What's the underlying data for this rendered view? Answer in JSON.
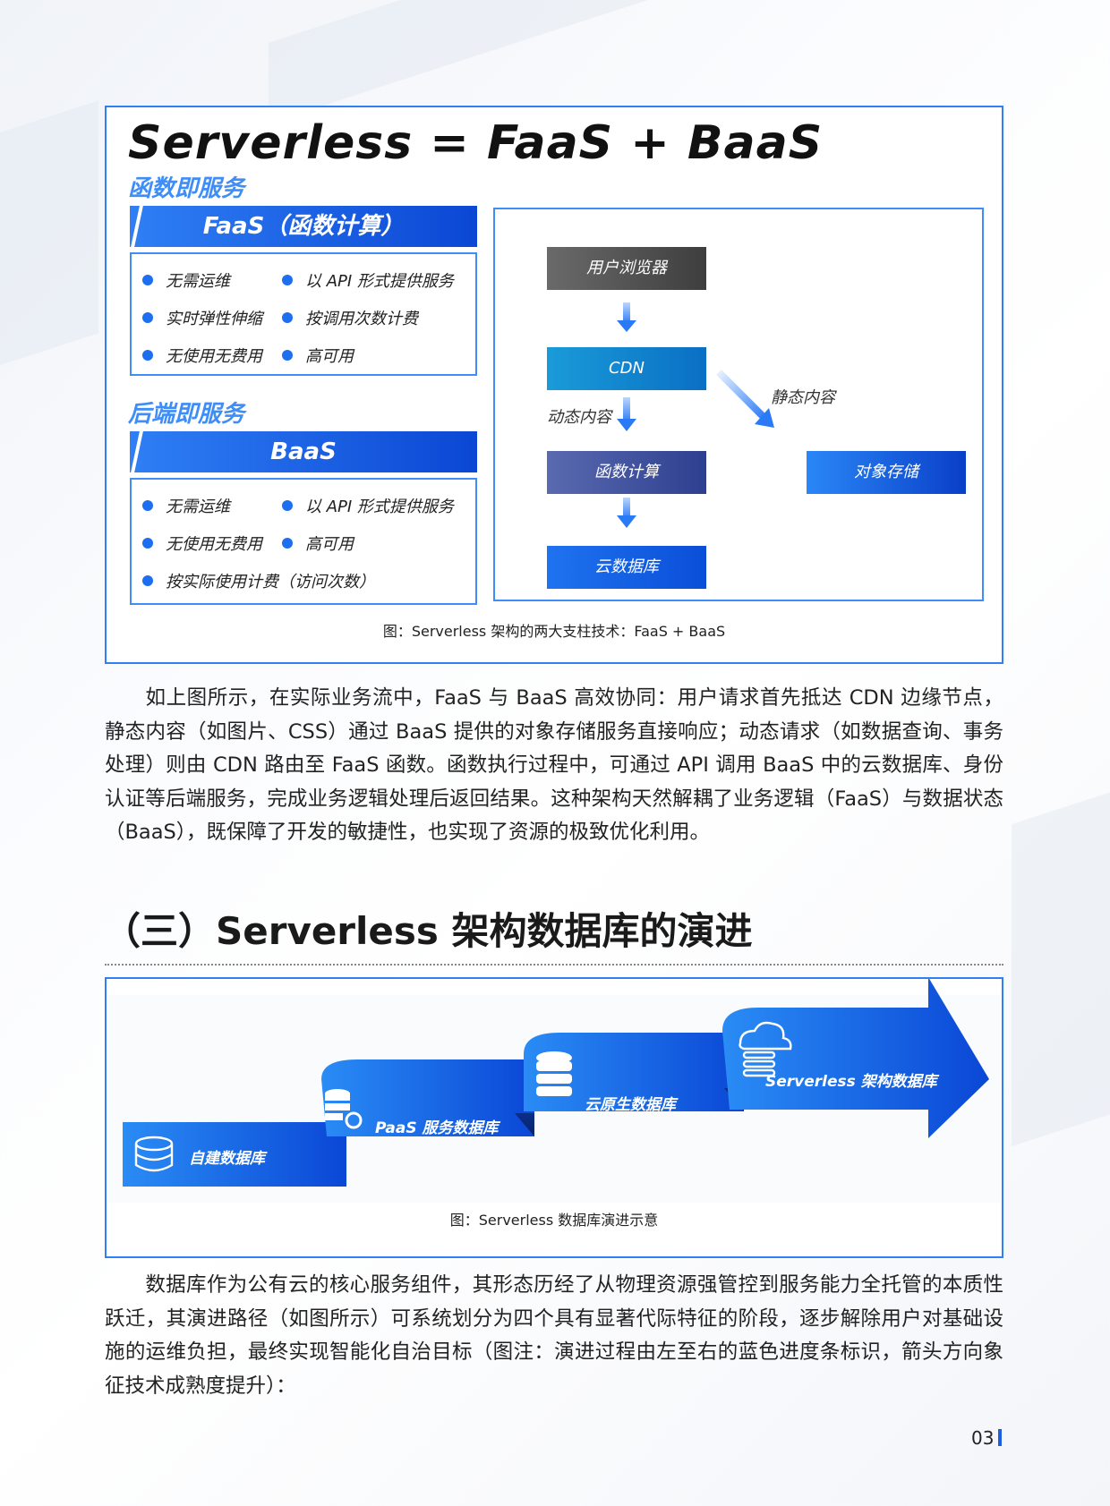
{
  "figure1": {
    "title": "Serverless = FaaS + BaaS",
    "faas_section_label": "函数即服务",
    "faas_banner": "FaaS（函数计算）",
    "faas_features": [
      "无需运维",
      "以 API 形式提供服务",
      "实时弹性伸缩",
      "按调用次数计费",
      "无使用无费用",
      "高可用"
    ],
    "baas_section_label": "后端即服务",
    "baas_banner": "BaaS",
    "baas_features": [
      "无需运维",
      "以 API 形式提供服务",
      "无使用无费用",
      "高可用",
      "按实际使用计费（访问次数）"
    ],
    "flow": {
      "browser": "用户浏览器",
      "cdn": "CDN",
      "function": "函数计算",
      "database": "云数据库",
      "object_storage": "对象存储",
      "dynamic_label": "动态内容",
      "static_label": "静态内容"
    },
    "caption": "图：Serverless 架构的两大支柱技术：FaaS + BaaS"
  },
  "paragraph1": "如上图所示，在实际业务流中，FaaS 与 BaaS 高效协同：用户请求首先抵达 CDN 边缘节点，静态内容（如图片、CSS）通过 BaaS 提供的对象存储服务直接响应；动态请求（如数据查询、事务处理）则由 CDN 路由至 FaaS 函数。函数执行过程中，可通过 API 调用 BaaS 中的云数据库、身份认证等后端服务，完成业务逻辑处理后返回结果。这种架构天然解耦了业务逻辑（FaaS）与数据状态（BaaS），既保障了开发的敏捷性，也实现了资源的极致优化利用。",
  "section_heading": "（三）Serverless 架构数据库的演进",
  "figure2": {
    "stages": [
      "自建数据库",
      "PaaS 服务数据库",
      "云原生数据库",
      "Serverless 架构数据库"
    ],
    "caption": "图：Serverless 数据库演进示意"
  },
  "paragraph2": "数据库作为公有云的核心服务组件，其形态历经了从物理资源强管控到服务能力全托管的本质性跃迁，其演进路径（如图所示）可系统划分为四个具有显著代际特征的阶段，逐步解除用户对基础设施的运维负担，最终实现智能化自治目标（图注：演进过程由左至右的蓝色进度条标识，箭头方向象征技术成熟度提升）：",
  "page_number": "03",
  "colors": {
    "accent": "#2f7ff5",
    "deep_blue": "#0b47d4"
  }
}
